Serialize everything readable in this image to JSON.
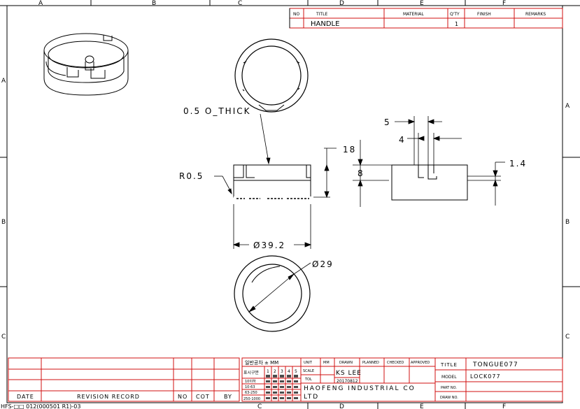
{
  "border": {
    "top_labels": [
      "A",
      "B",
      "C",
      "D",
      "E",
      "F"
    ],
    "left_labels": [
      "A",
      "B",
      "C"
    ],
    "right_labels": [
      "A",
      "B",
      "C"
    ],
    "bottom_labels": [
      "C",
      "D",
      "E",
      "F"
    ],
    "form_code": "HFS-□□ 012(000501 R1)-03"
  },
  "parts_list": {
    "headers": {
      "no": "NO",
      "title": "TITLE",
      "material": "MATERIAL",
      "qty": "Q'TY",
      "finish": "FINISH",
      "remarks": "REMARKS"
    },
    "row": {
      "title": "HANDLE",
      "qty": "1"
    }
  },
  "dimensions": {
    "thick_note": "0.5 O_THICK",
    "radius": "R0.5",
    "outer_dia": "Ø39.2",
    "inner_dia": "Ø29",
    "height_top": "18",
    "height": "8",
    "slot_5": "5",
    "slot_4": "4",
    "slot_depth": "1.4"
  },
  "revision_block": {
    "date": "DATE",
    "revision_record": "REVISION RECORD",
    "no": "NO",
    "cot": "COT",
    "by": "BY"
  },
  "tolerance_block": {
    "heading": "일반공차 ± MM",
    "row_label": "표시구분",
    "grades": [
      "1",
      "2",
      "3",
      "4",
      "5"
    ],
    "ranges": [
      "10이하",
      "10-63",
      "63-250",
      "250-1000"
    ]
  },
  "title_block": {
    "unit_label": "UNIT",
    "unit_value": "MM",
    "scale_label": "SCALE",
    "tol_label": "TOL",
    "drawn_label": "DRAWN",
    "planned_label": "PLANNED",
    "checked_label": "CHECKED",
    "approved_label": "APPROVED",
    "drawn_by": "KS LEE",
    "drawn_date": "20170812",
    "company_line1": "HAOFENG INDUSTRIAL CO",
    "company_line2": "LTD",
    "title_label": "TITLE",
    "title_value": "TONGUE077",
    "model_label": "MODEL",
    "model_value": "LOCK077",
    "part_no_label": "PART NO.",
    "drawing_no_label": "DRAW NO."
  }
}
